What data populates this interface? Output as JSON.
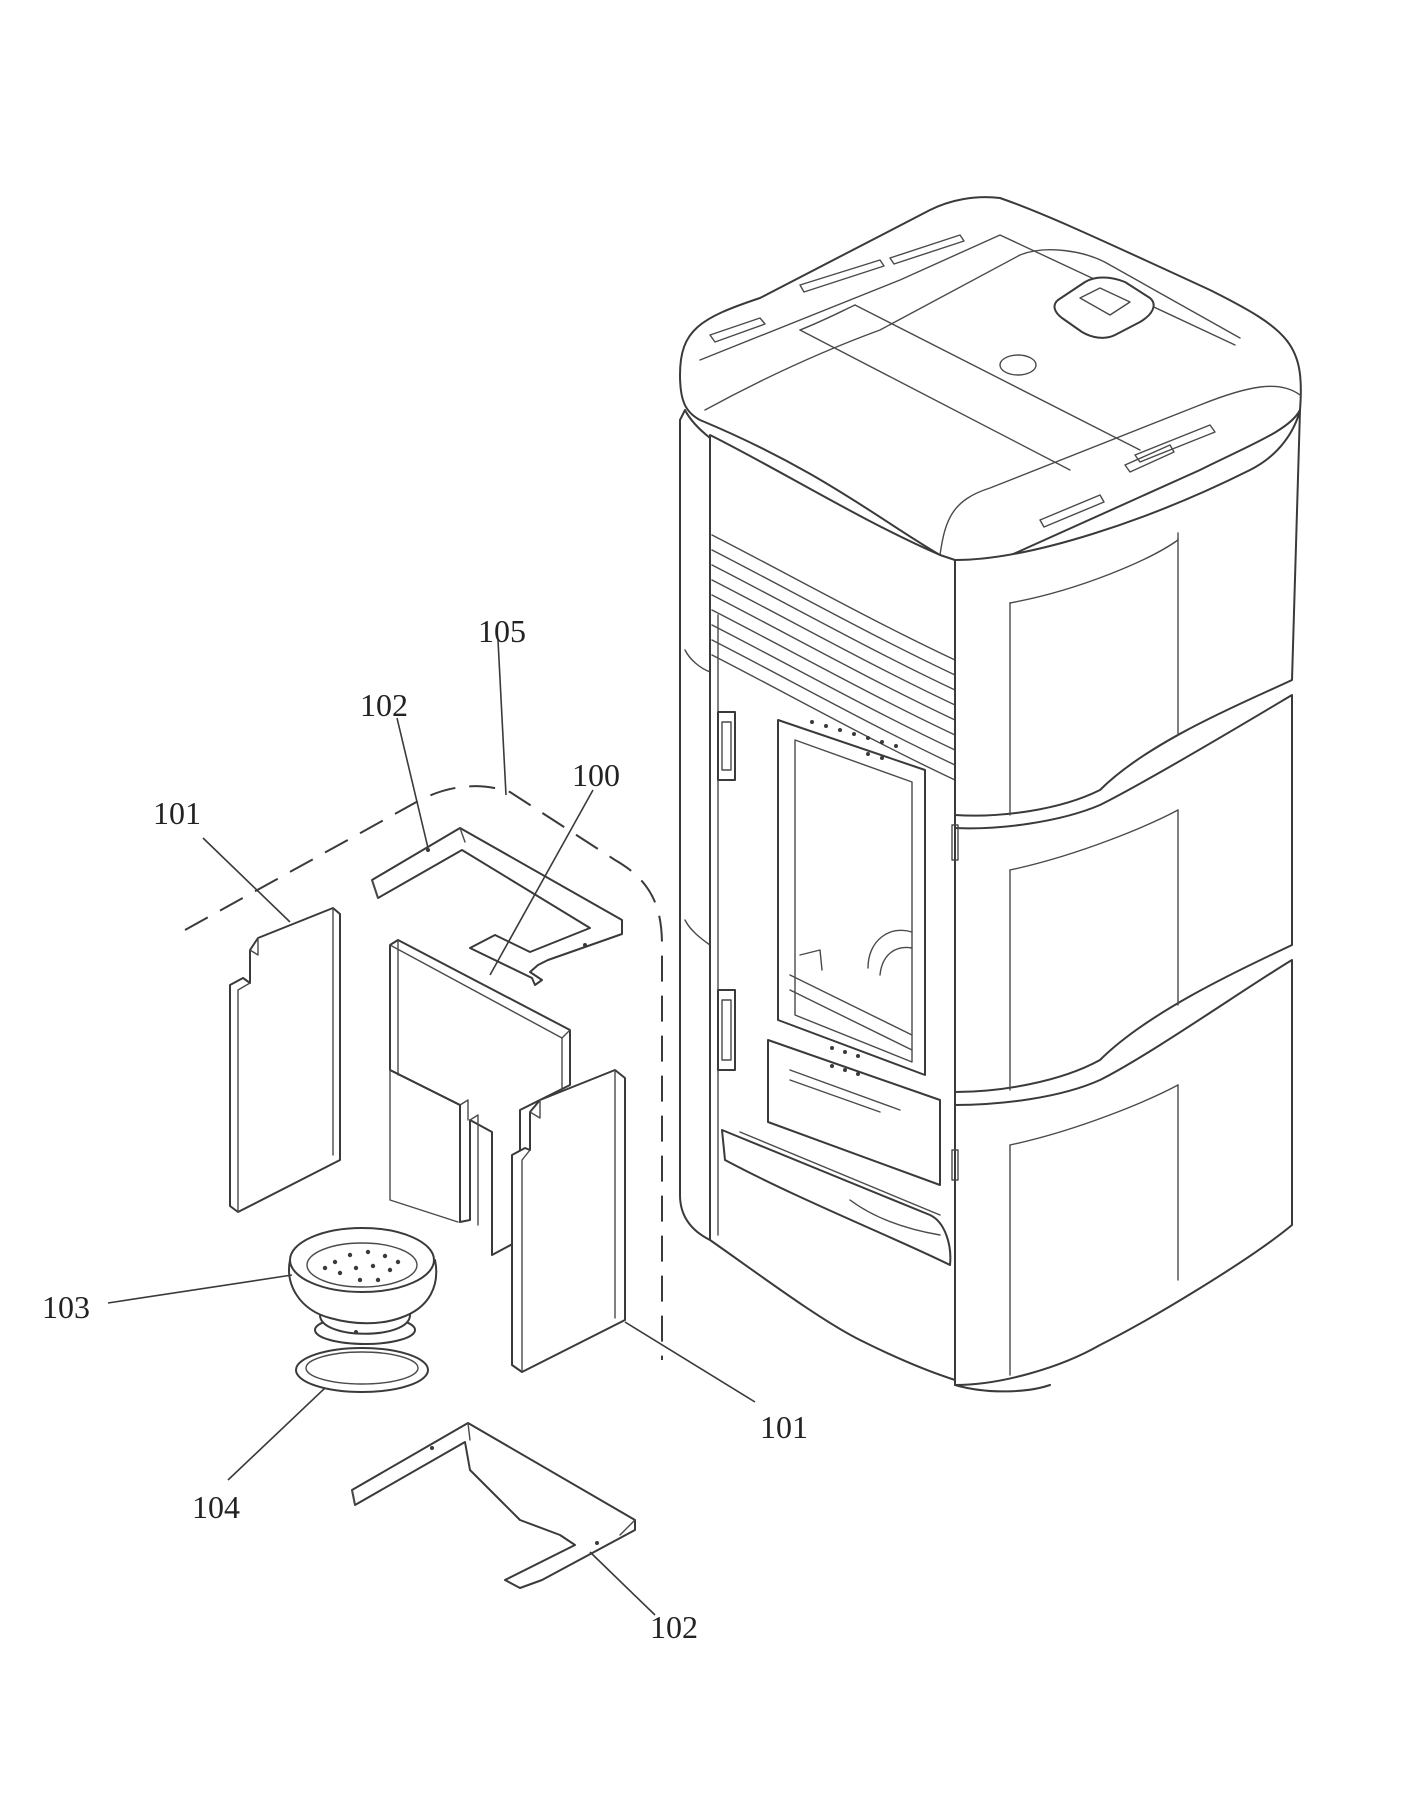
{
  "labels": {
    "l100": "100",
    "l101a": "101",
    "l101b": "101",
    "l102a": "102",
    "l102b": "102",
    "l103": "103",
    "l104": "104",
    "l105": "105"
  },
  "colors": {
    "line": "#3a3a3a",
    "background": "#ffffff"
  }
}
